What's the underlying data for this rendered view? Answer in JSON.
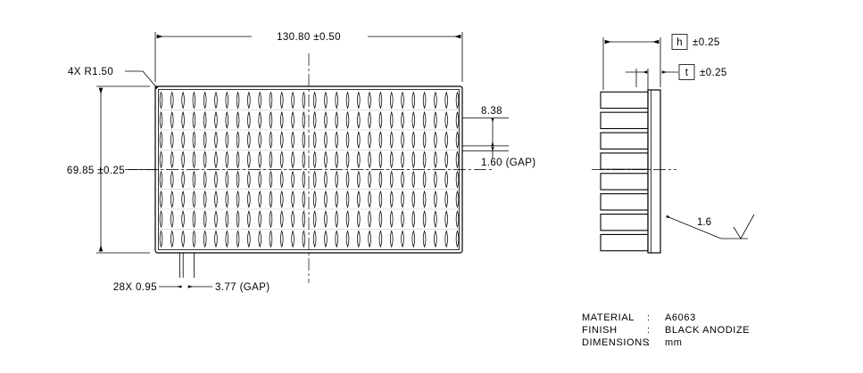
{
  "drawing": {
    "title": "heat-sink-mechanical-drawing",
    "front_view": {
      "name": "front-view",
      "width_dim": "130.80 ±0.50",
      "height_dim": "69.85 ±0.25",
      "corner_radius_note": "4X R1.50",
      "fin_row_pitch": "8.38",
      "row_gap": "1.60 (GAP)",
      "fin_count_and_width": "28X 0.95",
      "fin_gap": "3.77 (GAP)",
      "fin_columns": 28,
      "fin_rows": 8
    },
    "side_view": {
      "name": "side-view",
      "overall_height_dim": "h",
      "overall_height_tol": "±0.25",
      "base_thickness_dim": "t",
      "base_thickness_tol": "±0.25",
      "surface_finish": "1.6",
      "fin_rows": 8
    },
    "notes": {
      "name": "title-notes-block",
      "rows": [
        {
          "label": "MATERIAL",
          "sep": ":",
          "value": "A6063"
        },
        {
          "label": "FINISH",
          "sep": ":",
          "value": "BLACK ANODIZE"
        },
        {
          "label": "DIMENSIONS",
          "sep": ":",
          "value": "mm"
        }
      ]
    },
    "colors": {
      "line": "#000000",
      "background": "#ffffff"
    }
  }
}
